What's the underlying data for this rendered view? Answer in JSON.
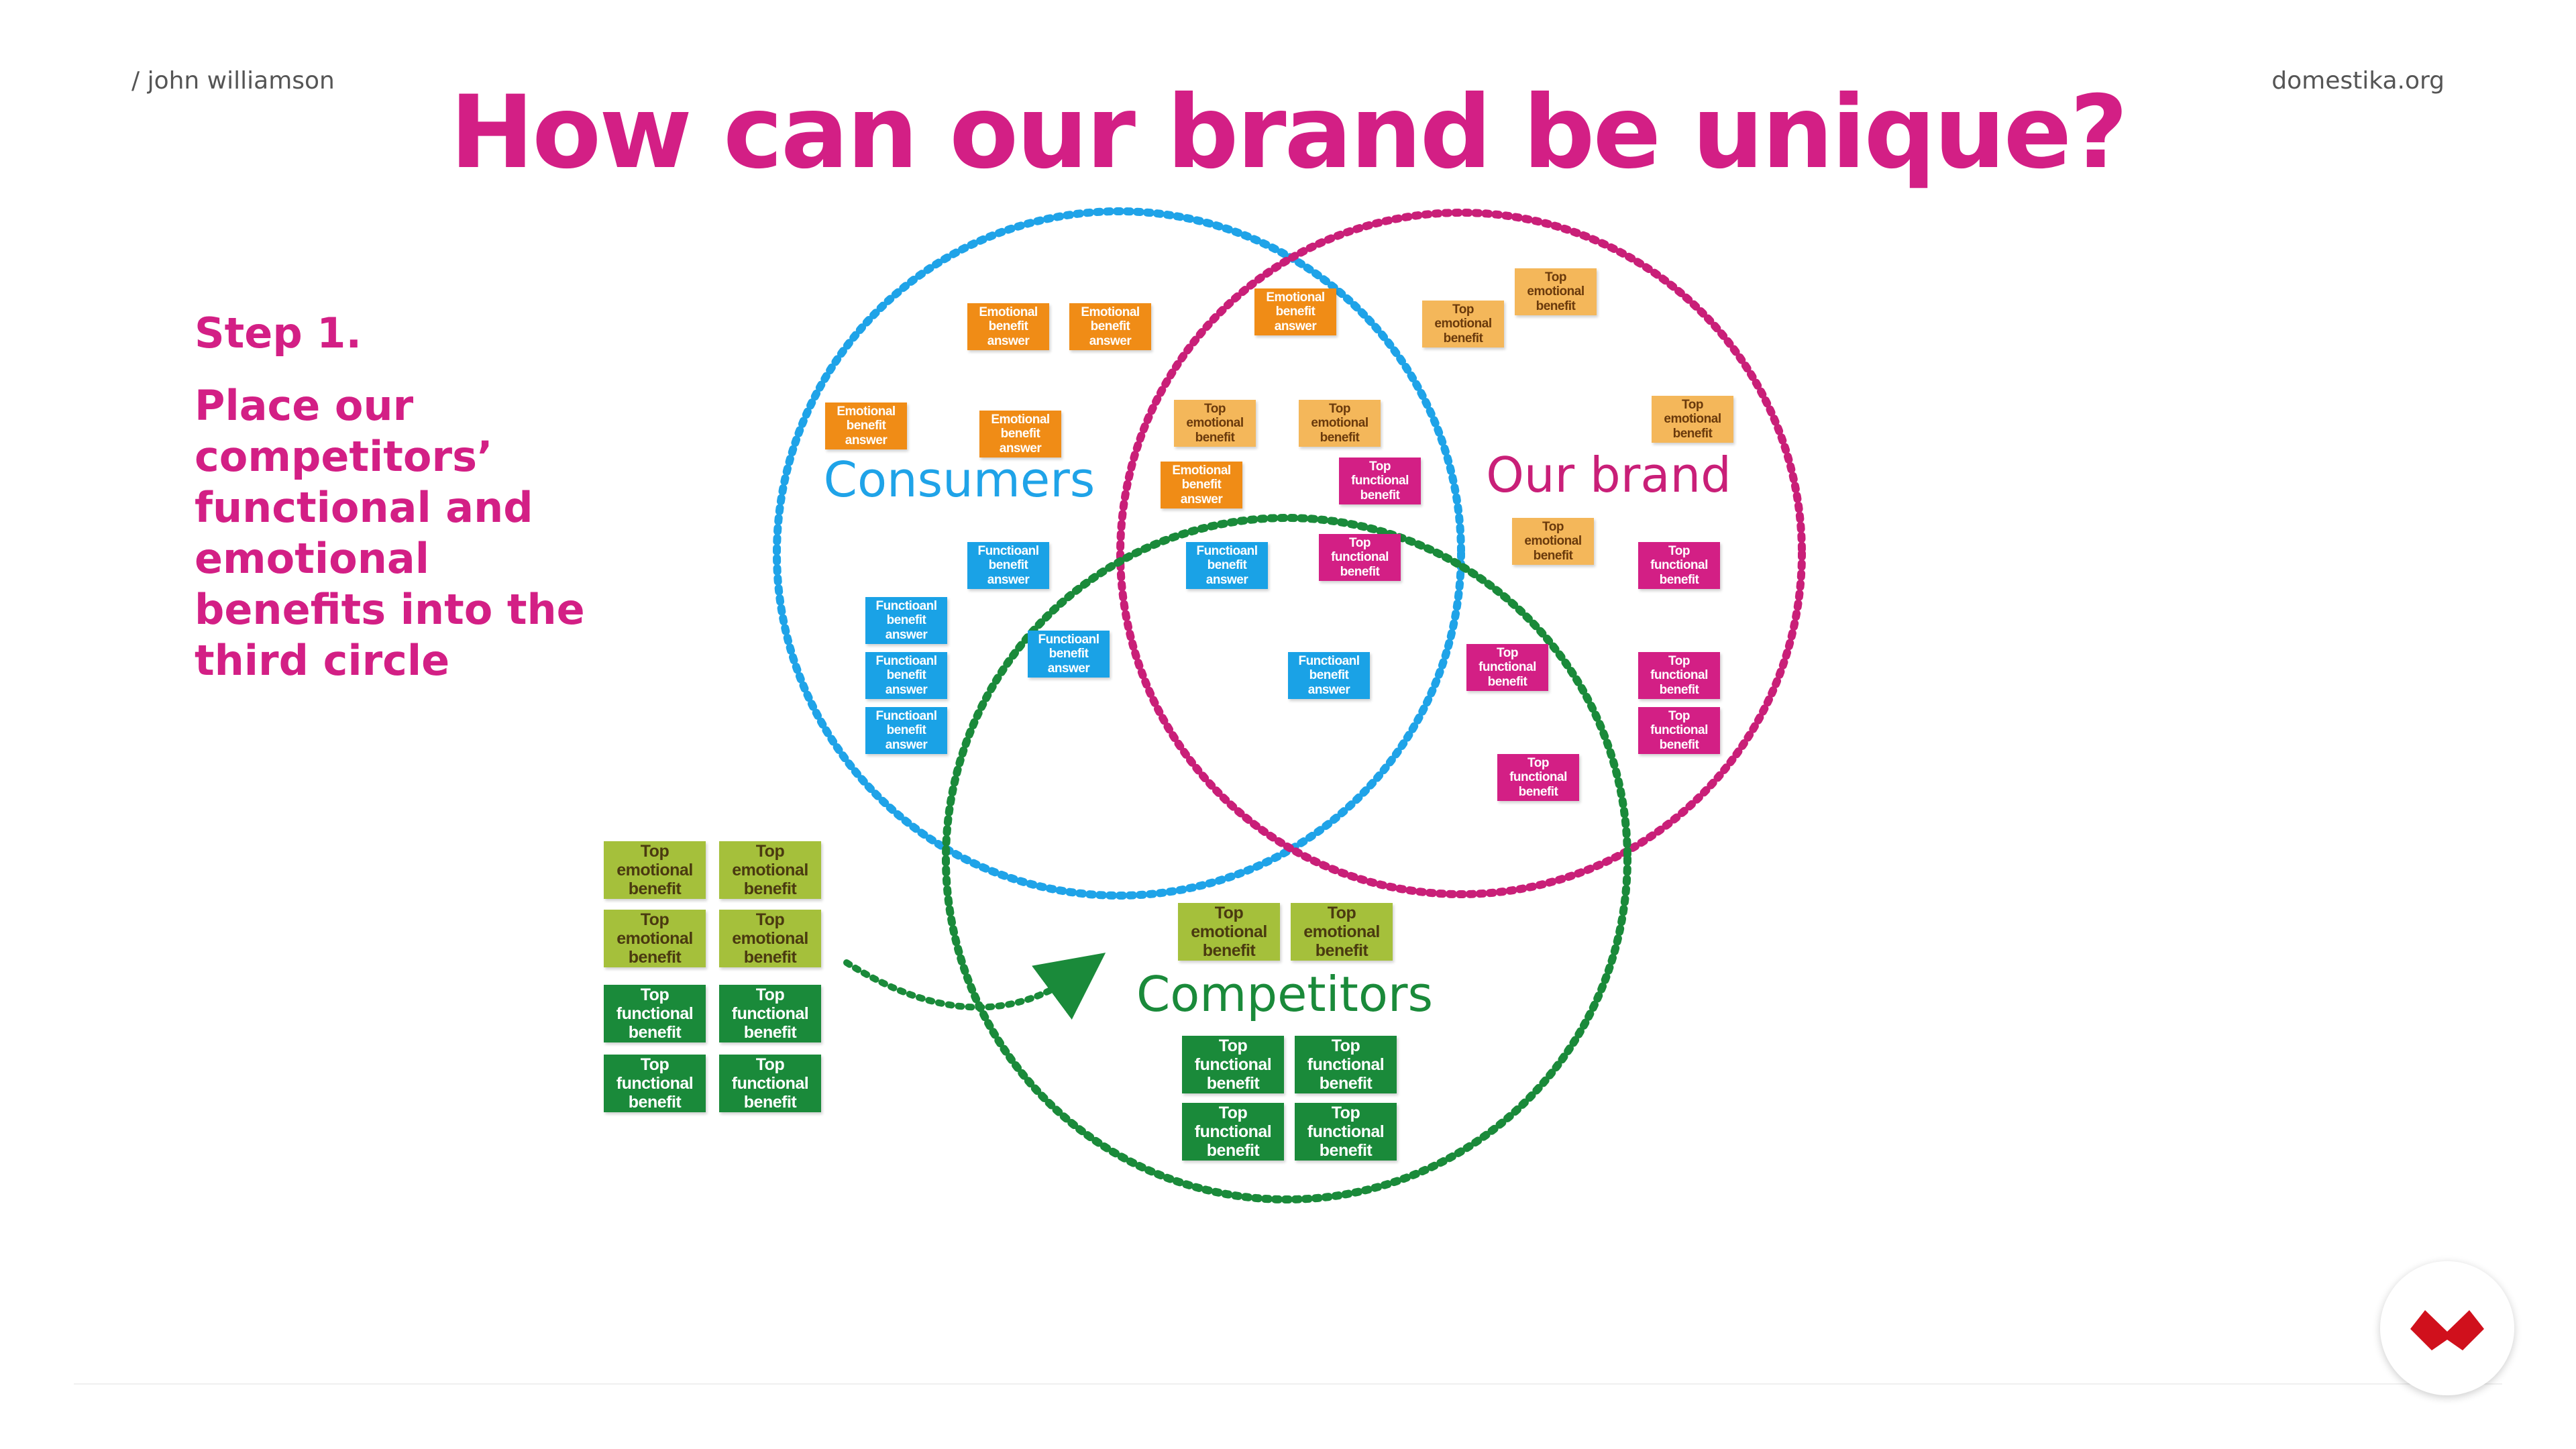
{
  "header": {
    "author": "/ john williamson",
    "site": "domestika.org",
    "title": "How can our brand be unique?"
  },
  "step": {
    "label": "Step 1.",
    "text": "Place our competitors’ functional and emotional benefits into the third circle"
  },
  "circles": [
    {
      "label": "Consumers",
      "color": "#1fa3e8"
    },
    {
      "label": "Our brand",
      "color": "#c91f78"
    },
    {
      "label": "Competitors",
      "color": "#1a8a3a"
    }
  ],
  "notes": {
    "orange": [
      "Emotional benefit answer",
      "Emotional benefit answer",
      "Emotional benefit answer",
      "Emotional benefit answer",
      "Emotional benefit answer",
      "Emotional benefit answer"
    ],
    "blue": [
      "Functioanl benefit answer",
      "Functioanl benefit answer",
      "Functioanl benefit answer",
      "Functioanl benefit answer",
      "Functioanl benefit answer",
      "Functioanl benefit answer",
      "Functioanl benefit answer"
    ],
    "peach": [
      "Top emotional benefit",
      "Top emotional benefit",
      "Top emotional benefit",
      "Top emotional benefit",
      "Top emotional benefit",
      "Top emotional benefit"
    ],
    "magenta": [
      "Top functional benefit",
      "Top functional benefit",
      "Top functional benefit",
      "Top functional benefit",
      "Top functional benefit",
      "Top functional benefit",
      "Top functional benefit"
    ],
    "lime_outside": [
      "Top emotional benefit",
      "Top emotional benefit",
      "Top emotional benefit",
      "Top emotional benefit"
    ],
    "green_outside": [
      "Top functional benefit",
      "Top functional benefit",
      "Top functional benefit",
      "Top functional benefit"
    ],
    "lime_inside": [
      "Top emotional benefit",
      "Top emotional benefit"
    ],
    "green_inside": [
      "Top functional benefit",
      "Top functional benefit",
      "Top functional benefit",
      "Top functional benefit"
    ]
  },
  "colors": {
    "accent": "#d31f85",
    "logo": "#d0101c"
  },
  "logo": {
    "icon": "domestika-logo"
  }
}
